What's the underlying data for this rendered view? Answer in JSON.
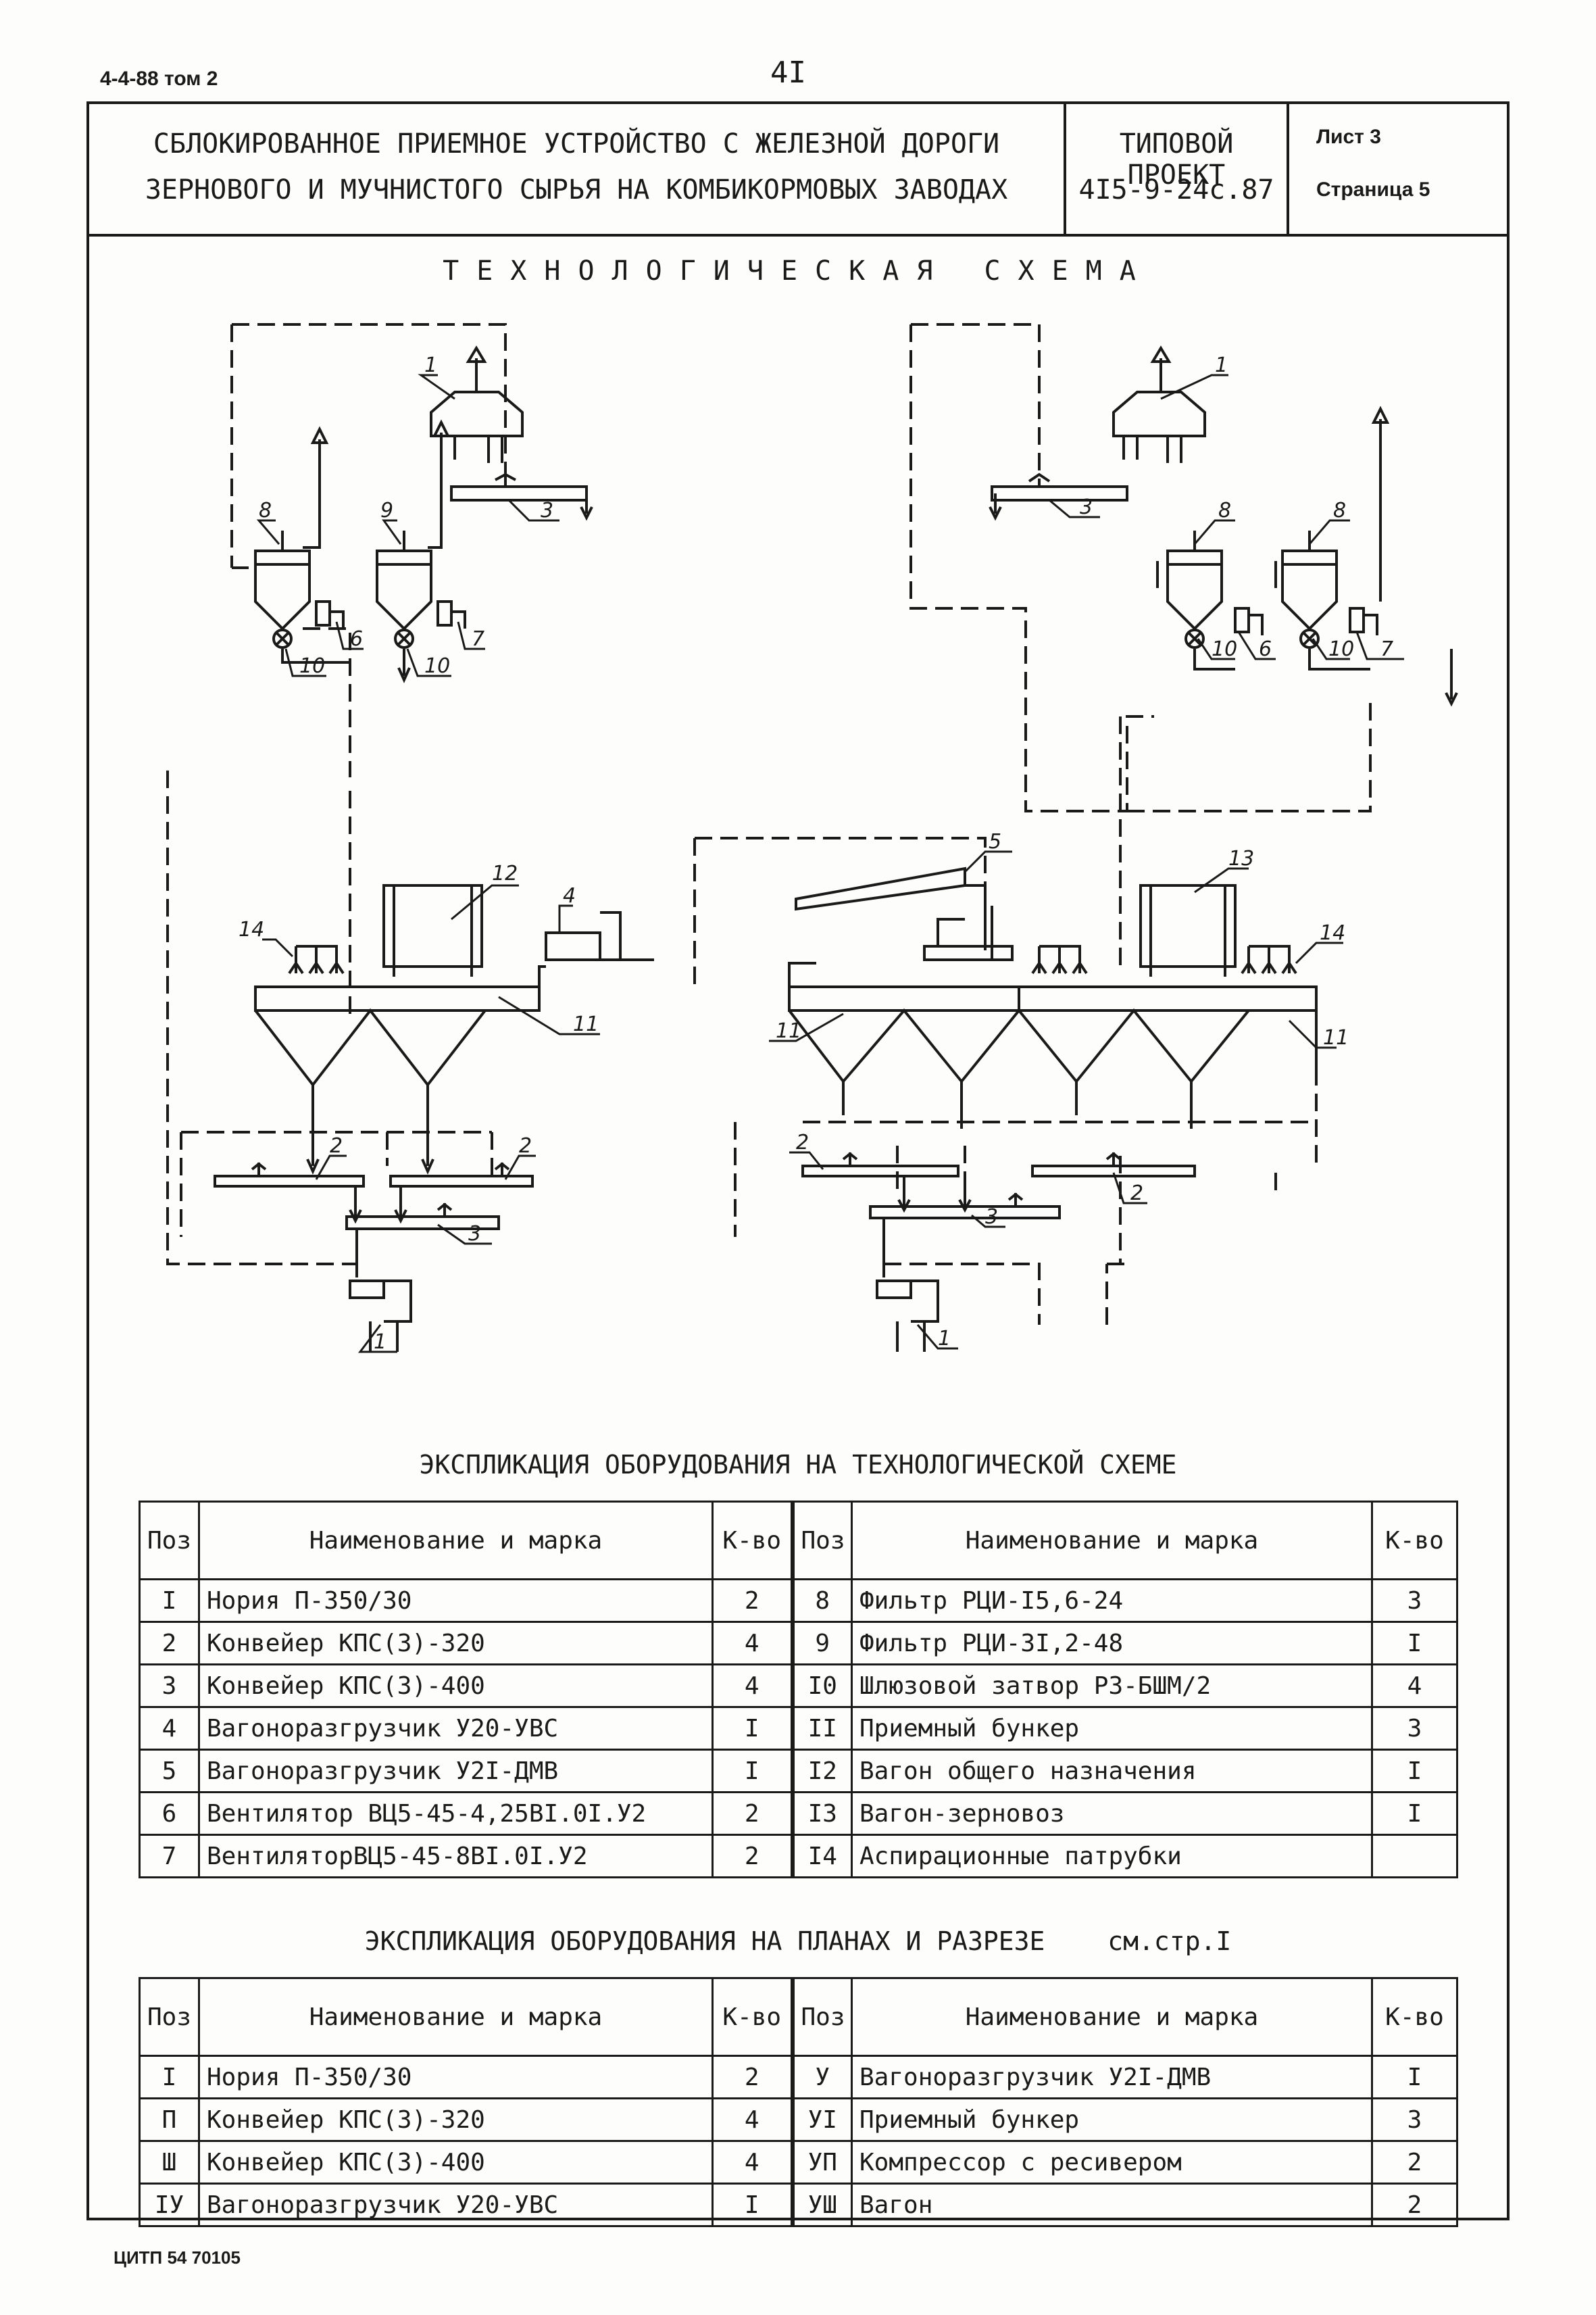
{
  "header": {
    "ref": "4-4-88 том 2",
    "page_number": "4I"
  },
  "title_block": {
    "title_line1": "СБЛОКИРОВАННОЕ ПРИЕМНОЕ УСТРОЙСТВО С ЖЕЛЕЗНОЙ ДОРОГИ",
    "title_line2": "ЗЕРНОВОГО И МУЧНИСТОГО СЫРЬЯ НА КОМБИКОРМОВЫХ ЗАВОДАХ",
    "project_label": "ТИПОВОЙ ПРОЕКТ",
    "project_number": "4I5-9-24с.87",
    "sheet_label": "Лист 3",
    "page_label": "Страница 5"
  },
  "scheme": {
    "title": "ТЕХНОЛОГИЧЕСКАЯ СХЕМА",
    "left_labels": [
      "1",
      "3",
      "8",
      "9",
      "6",
      "7",
      "10",
      "10",
      "12",
      "4",
      "14",
      "11",
      "2",
      "2",
      "3",
      "1"
    ],
    "right_labels": [
      "1",
      "3",
      "8",
      "8",
      "10",
      "6",
      "10",
      "7",
      "5",
      "13",
      "14",
      "11",
      "11",
      "2",
      "2",
      "3",
      "1"
    ]
  },
  "table1": {
    "title": "ЭКСПЛИКАЦИЯ ОБОРУДОВАНИЯ НА ТЕХНОЛОГИЧЕСКОЙ СХЕМЕ",
    "headers": {
      "pos": "Поз",
      "name": "Наименование и марка",
      "qty": "К-во"
    },
    "left_rows": [
      {
        "pos": "I",
        "name": "Нория П-350/30",
        "qty": "2"
      },
      {
        "pos": "2",
        "name": "Конвейер КПС(3)-320",
        "qty": "4"
      },
      {
        "pos": "3",
        "name": "Конвейер КПС(3)-400",
        "qty": "4"
      },
      {
        "pos": "4",
        "name": "Вагоноразгрузчик У20-УВС",
        "qty": "I"
      },
      {
        "pos": "5",
        "name": "Вагоноразгрузчик У2I-ДМВ",
        "qty": "I"
      },
      {
        "pos": "6",
        "name": "Вентилятор ВЦ5-45-4,25ВI.0I.У2",
        "qty": "2"
      },
      {
        "pos": "7",
        "name": "ВентиляторВЦ5-45-8ВI.0I.У2",
        "qty": "2"
      }
    ],
    "right_rows": [
      {
        "pos": "8",
        "name": "Фильтр РЦИ-I5,6-24",
        "qty": "3"
      },
      {
        "pos": "9",
        "name": "Фильтр РЦИ-3I,2-48",
        "qty": "I"
      },
      {
        "pos": "I0",
        "name": "Шлюзовой затвор РЗ-БШМ/2",
        "qty": "4"
      },
      {
        "pos": "II",
        "name": "Приемный бункер",
        "qty": "3"
      },
      {
        "pos": "I2",
        "name": "Вагон общего назначения",
        "qty": "I"
      },
      {
        "pos": "I3",
        "name": "Вагон-зерновоз",
        "qty": "I"
      },
      {
        "pos": "I4",
        "name": "Аспирационные патрубки",
        "qty": ""
      }
    ]
  },
  "table2": {
    "title": "ЭКСПЛИКАЦИЯ ОБОРУДОВАНИЯ НА ПЛАНАХ И РАЗРЕЗЕ",
    "see_ref": "см.стр.I",
    "headers": {
      "pos": "Поз",
      "name": "Наименование и марка",
      "qty": "К-во"
    },
    "left_rows": [
      {
        "pos": "I",
        "name": "Нория П-350/30",
        "qty": "2"
      },
      {
        "pos": "П",
        "name": "Конвейер КПС(3)-320",
        "qty": "4"
      },
      {
        "pos": "Ш",
        "name": "Конвейер КПС(3)-400",
        "qty": "4"
      },
      {
        "pos": "IУ",
        "name": "Вагоноразгрузчик У20-УВС",
        "qty": "I"
      }
    ],
    "right_rows": [
      {
        "pos": "У",
        "name": "Вагоноразгрузчик У2I-ДМВ",
        "qty": "I"
      },
      {
        "pos": "УI",
        "name": "Приемный бункер",
        "qty": "3"
      },
      {
        "pos": "УП",
        "name": "Компрессор с ресивером",
        "qty": "2"
      },
      {
        "pos": "УШ",
        "name": "Вагон",
        "qty": "2"
      }
    ]
  },
  "footer": {
    "ref": "ЦИТП 54 70105"
  }
}
